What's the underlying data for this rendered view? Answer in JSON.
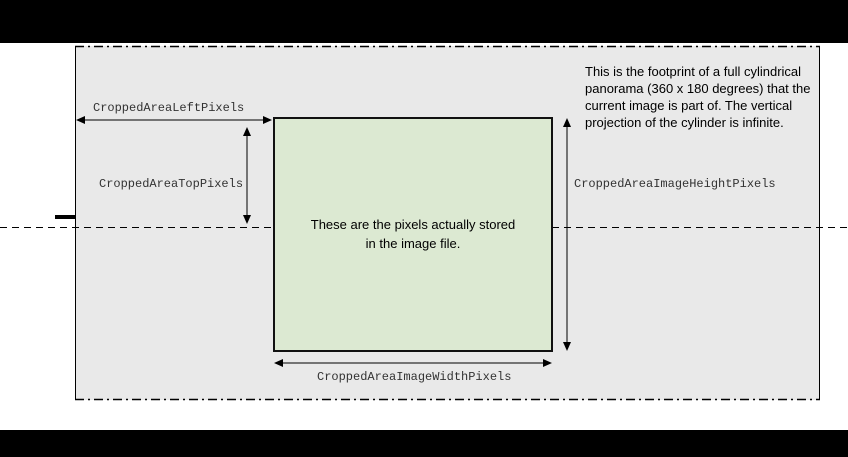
{
  "note": "This is the footprint of a full cylindrical panorama (360 x 180 degrees) that the current image is part of.  The vertical projection of the cylinder is infinite.",
  "labels": {
    "cropped_area_left": "CroppedAreaLeftPixels",
    "cropped_area_top": "CroppedAreaTopPixels",
    "cropped_area_image_height": "CroppedAreaImageHeightPixels",
    "cropped_area_image_width": "CroppedAreaImageWidthPixels"
  },
  "cropped_box": {
    "text_line1": "These are the pixels actually stored",
    "text_line2": "in the image file."
  },
  "colors": {
    "background": "#000000",
    "page": "#ffffff",
    "footprint_fill": "#e9e9e9",
    "cropped_fill": "#dce9d2",
    "line": "#000000"
  }
}
